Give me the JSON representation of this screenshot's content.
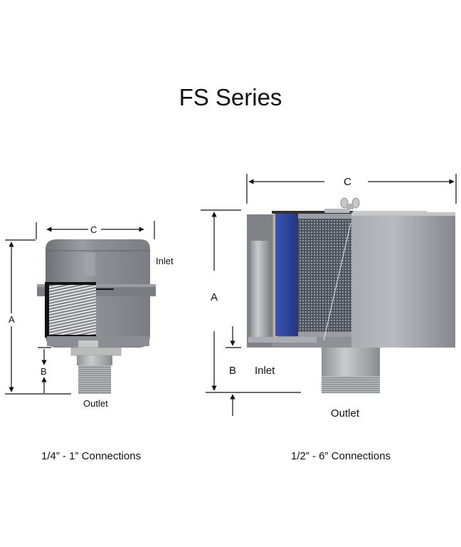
{
  "title": "FS Series",
  "small_filter": {
    "dimensions": {
      "a": "A",
      "b": "B",
      "c": "C"
    },
    "inlet_label": "Inlet",
    "outlet_label": "Outlet",
    "caption": "1/4” - 1” Connections"
  },
  "large_filter": {
    "dimensions": {
      "a": "A",
      "b": "B",
      "c": "C"
    },
    "inlet_label": "Inlet",
    "outlet_label": "Outlet",
    "caption": "1/2” - 6” Connections"
  },
  "colors": {
    "housing_gray": "#8a8d92",
    "filter_blue": "#2b3f96",
    "mesh_gray": "#5c6067"
  }
}
